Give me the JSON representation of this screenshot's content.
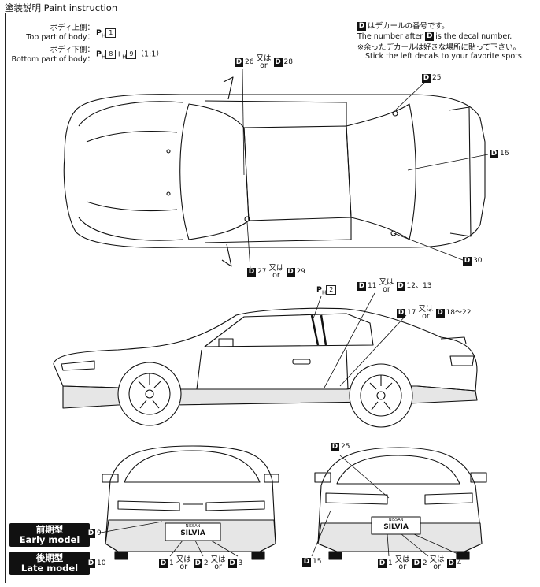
{
  "header": {
    "title": "塗装説明  Paint instruction"
  },
  "legend": {
    "top_jp": "ボディ上側：",
    "top_en": "Top part of body：",
    "top_code_prefix": "P",
    "top_code_sub": "H",
    "top_code_num": "1",
    "bottom_jp": "ボディ下側：",
    "bottom_en": "Bottom part of body：",
    "bottom_code_prefix": "P",
    "bottom_code_sub": "H",
    "bottom_code_num1": "8",
    "bottom_code_plus": "+",
    "bottom_code_sub2": "H",
    "bottom_code_num2": "9",
    "bottom_ratio": "（1:1）"
  },
  "decal_note": {
    "d": "D",
    "line1_jp": "はデカールの番号です。",
    "line1_en_a": "The number after",
    "line1_en_b": "is the decal number.",
    "line2_jp": "※余ったデカールは好きな場所に貼って下さい。",
    "line2_en": "Stick the left decals to your favorite spots."
  },
  "callouts": {
    "d": "D",
    "or_jp": "又は",
    "or_en": "or",
    "top_roof": {
      "a": "26",
      "b": "28"
    },
    "top_rear_glass": "25",
    "top_spoiler": "16",
    "top_trunk": "30",
    "top_bottom": {
      "a": "27",
      "b": "29"
    },
    "side_pillar": "2",
    "side_window": {
      "a": "11",
      "b": "12",
      "sep": "、",
      "c": "13"
    },
    "side_stripe": {
      "a": "17",
      "b": "18",
      "range": "～",
      "c": "22"
    },
    "rear_top": "25",
    "front_bumper": "9",
    "late_front": "10",
    "rear_bumper": "15",
    "front_plate": {
      "a": "1",
      "b": "2",
      "c": "3"
    },
    "rear_plate": {
      "a": "1",
      "b": "2",
      "c": "4"
    }
  },
  "models": {
    "early_jp": "前期型",
    "early_en": "Early model",
    "late_jp": "後期型",
    "late_en": "Late model"
  },
  "plates": {
    "brand": "NISSAN",
    "name": "SILVIA"
  },
  "colors": {
    "ink": "#111111",
    "lower_body": "#e6e6e6",
    "bg": "#ffffff"
  }
}
